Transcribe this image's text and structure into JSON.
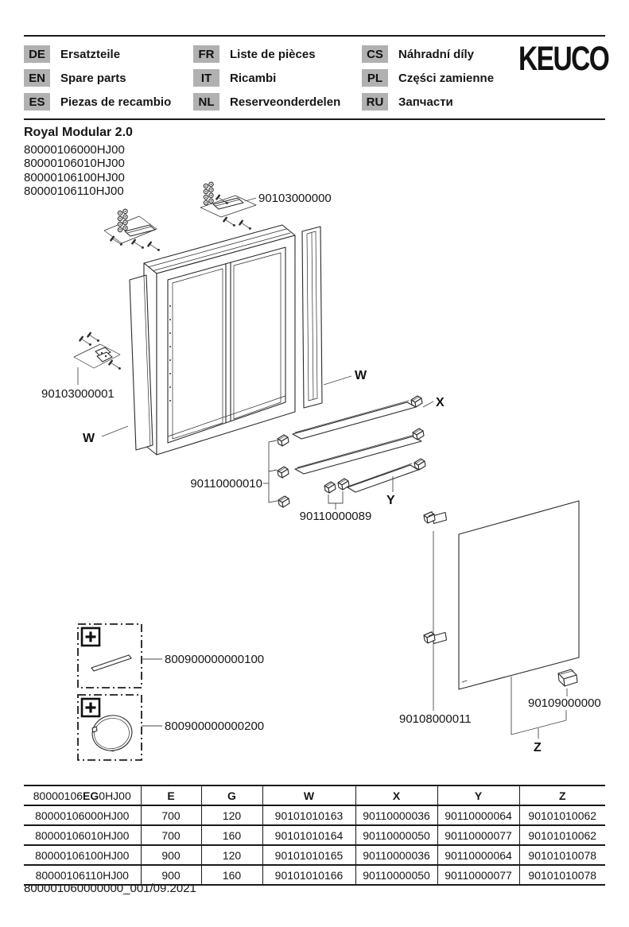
{
  "colors": {
    "ink": "#1a1a1a",
    "badge_bg": "#b1b1b1",
    "line": "#2b2b2b"
  },
  "header": {
    "brand": "KEUCO",
    "languages": [
      {
        "code": "DE",
        "label": "Ersatzteile"
      },
      {
        "code": "EN",
        "label": "Spare parts"
      },
      {
        "code": "ES",
        "label": "Piezas de recambio"
      },
      {
        "code": "FR",
        "label": "Liste de pièces"
      },
      {
        "code": "IT",
        "label": "Ricambi"
      },
      {
        "code": "NL",
        "label": "Reserveonderdelen"
      },
      {
        "code": "CS",
        "label": "Náhradní díly"
      },
      {
        "code": "PL",
        "label": "Części zamienne"
      },
      {
        "code": "RU",
        "label": "Запчасти"
      }
    ]
  },
  "product": {
    "series": "Royal Modular 2.0",
    "codes": [
      "80000106000HJ00",
      "80000106010HJ00",
      "80000106100HJ00",
      "80000106110HJ00"
    ]
  },
  "diagram": {
    "parts": {
      "mounting_rail": "90103000000",
      "wall_bracket": "90103000001",
      "shelf_clip": "90110000010",
      "shelf_clip_small": "90110000089",
      "hinge": "90108000011",
      "bottom_clip": "90109000000",
      "accessory_light": "800900000000100",
      "accessory_mirror": "800900000000200"
    },
    "refs": {
      "w": "W",
      "x": "X",
      "y": "Y",
      "z": "Z"
    }
  },
  "table": {
    "model": {
      "prefix": "80000106",
      "bold": "EG",
      "suffix": "0HJ00"
    },
    "columns": [
      "E",
      "G",
      "W",
      "X",
      "Y",
      "Z"
    ],
    "rows": [
      [
        "80000106000HJ00",
        "700",
        "120",
        "90101010163",
        "90110000036",
        "90110000064",
        "90101010062"
      ],
      [
        "80000106010HJ00",
        "700",
        "160",
        "90101010164",
        "90110000050",
        "90110000077",
        "90101010062"
      ],
      [
        "80000106100HJ00",
        "900",
        "120",
        "90101010165",
        "90110000036",
        "90110000064",
        "90101010078"
      ],
      [
        "80000106110HJ00",
        "900",
        "160",
        "90101010166",
        "90110000050",
        "90110000077",
        "90101010078"
      ]
    ]
  },
  "footer": {
    "doc_ref": "800001060000000_001/09.2021"
  }
}
